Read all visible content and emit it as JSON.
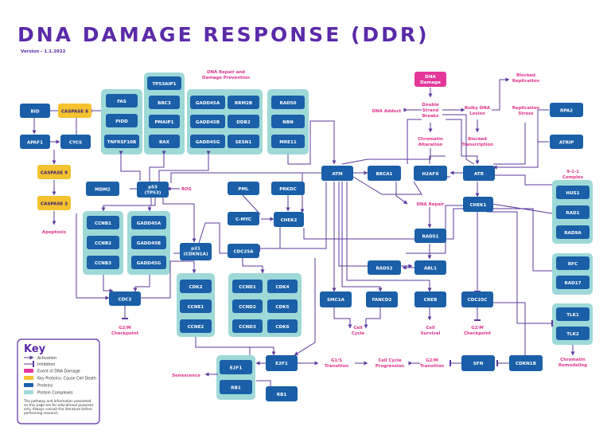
{
  "header": {
    "title": "DNA DAMAGE RESPONSE (DDR)",
    "version": "Version - 1.1.2022"
  },
  "colors": {
    "protein": "#1a5fa8",
    "key_protein": "#f5c230",
    "event": "#e4379a",
    "complex": "#9ed9d8",
    "edge": "#5b3a9e",
    "label": "#e0338b"
  },
  "nodes": {
    "bid": "BID",
    "caspase8": "CASPASE 8",
    "apaf1": "APAF1",
    "cycs": "CYCS",
    "caspase9": "CASPASE 9",
    "caspase3": "CASPASE 3",
    "fas": "FAS",
    "pidd": "PIDD",
    "tnfrsf10b": "TNFRSF10B",
    "tp53aip1": "TP53AIP1",
    "bbc3": "BBC3",
    "pmaip1": "PMAIP1",
    "bax": "BAX",
    "gadd45a_top": "GADD45A",
    "gadd45b_top": "GADD45B",
    "gadd45g_top": "GADD45G",
    "rrm2b": "RRM2B",
    "ddb2": "DDB2",
    "sesn1": "SESN1",
    "rad50": "RAD50",
    "nbn": "NBN",
    "mre11": "MRE11",
    "dna_damage": "DNA Damage",
    "rpa2": "RPA2",
    "atrip": "ATRIP",
    "mdm2": "MDM2",
    "p53": "p53 (TP53)",
    "pml": "PML",
    "prkdc": "PRKDC",
    "atm": "ATM",
    "brca1": "BRCA1",
    "h2afx": "H2AFX",
    "atr": "ATR",
    "hus1": "HUS1",
    "rad1": "RAD1",
    "rad9a": "RAD9A",
    "ccnb1": "CCNB1",
    "ccnb2": "CCNB2",
    "ccnb3": "CCNB3",
    "gadd45a": "GADD45A",
    "gadd45b": "GADD45B",
    "gadd45g": "GADD45G",
    "cmyc": "C-MYC",
    "chek2": "CHEK2",
    "chek1": "CHEK1",
    "p21": "p21 (CDKN1A)",
    "cdc25a": "CDC25A",
    "rad51": "RAD51",
    "rfc": "RFC",
    "rad17": "RAD17",
    "rad52": "RAD52",
    "abl1": "ABL1",
    "cdc2": "CDC2",
    "cdk2": "CDK2",
    "ccne1": "CCNE1",
    "ccne2": "CCNE2",
    "ccnd1": "CCND1",
    "ccnd2": "CCND2",
    "ccnd3": "CCND3",
    "cdk4": "CDK4",
    "cdk5": "CDK5",
    "cdk6": "CDK6",
    "smc1a": "SMC1A",
    "fancd2": "FANCD2",
    "creb": "CREB",
    "cdc25c": "CDC25C",
    "tlk1": "TLK1",
    "tlk2": "TLK2",
    "e2f1_complex": "E2F1",
    "rb1_complex": "RB1",
    "e2f1": "E2F1",
    "rb1": "RB1",
    "sfn": "SFN",
    "cdkn1b": "CDKN1B"
  },
  "labels": {
    "apoptosis": "Apoptosis",
    "dna_repair_prevention_1": "DNA Repair and",
    "dna_repair_prevention_2": "Damage Prevention",
    "dna_adduct": "DNA Adduct",
    "double_strand_1": "Double",
    "double_strand_2": "Strand",
    "double_strand_3": "Breaks",
    "bulky_1": "Bulky DNA",
    "bulky_2": "Lesion",
    "blocked_rep_1": "Blocked",
    "blocked_rep_2": "Replication",
    "rep_stress_1": "Replication",
    "rep_stress_2": "Stress",
    "chromatin_alt_1": "Chromatin",
    "chromatin_alt_2": "Alteration",
    "blocked_tx_1": "Blocked",
    "blocked_tx_2": "Transcription",
    "ros": "ROS",
    "complex_911_1": "9-1-1",
    "complex_911_2": "Complex",
    "dna_repair": "DNA Repair",
    "g2m_1_a": "G2/M",
    "g2m_1_b": "Checkpoint",
    "cell_cycle_1": "Cell",
    "cell_cycle_2": "Cycle",
    "cell_survival_1": "Cell",
    "cell_survival_2": "Survival",
    "g2m_2_a": "G2/M",
    "g2m_2_b": "Checkpoint",
    "chromatin_rem_1": "Chromatin",
    "chromatin_rem_2": "Remodeling",
    "senescence": "Senescence",
    "g1s_1": "G1/S",
    "g1s_2": "Transition",
    "ccp_1": "Cell Cycle",
    "ccp_2": "Progression",
    "g2m_t_1": "G2/M",
    "g2m_t_2": "Transition"
  },
  "legend": {
    "title": "Key",
    "activation": "Activation",
    "inhibition": "Inhibition",
    "event": "Event of DNA Damage",
    "key_proteins": "Key Proteins; Cause Cell Death",
    "proteins": "Proteins",
    "complexes": "Protein Complexes",
    "note_1": "The pathway and information presented",
    "note_2": "on this page are for educational purposes",
    "note_3": "only. Always consult the literature before",
    "note_4": "performing research."
  }
}
